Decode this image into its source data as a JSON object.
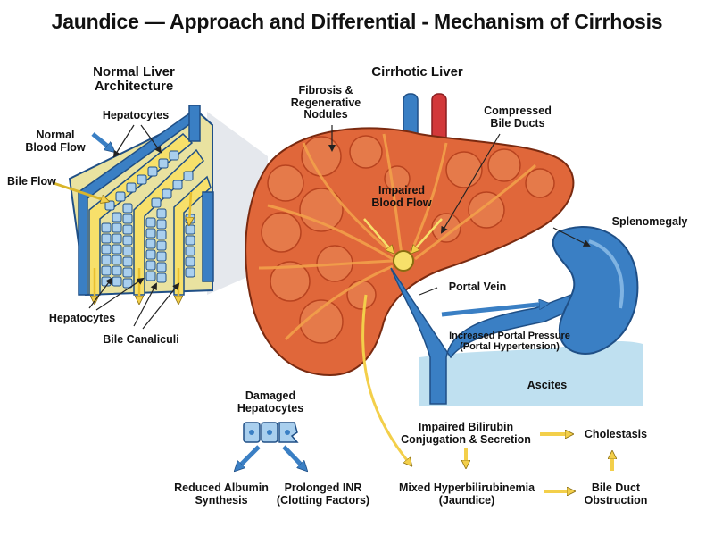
{
  "title": "Jaundice — Approach and Differential - Mechanism of Cirrhosis",
  "normal_liver": {
    "heading": "Normal Liver\nArchitecture",
    "hepatocytes_top": "Hepatocytes",
    "normal_blood_flow": "Normal\nBlood Flow",
    "bile_flow": "Bile Flow",
    "hepatocytes_bottom": "Hepatocytes",
    "bile_canaliculi": "Bile Canaliculi"
  },
  "cirrhotic_liver": {
    "heading": "Cirrhotic Liver",
    "fibrosis": "Fibrosis &\nRegenerative\nNodules",
    "compressed_bile_ducts": "Compressed\nBile Ducts",
    "impaired_blood_flow": "Impaired\nBlood Flow",
    "splenomegaly": "Splenomegaly",
    "portal_vein": "Portal Vein",
    "portal_pressure": "Increased Portal Pressure\n(Portal Hypertension)",
    "ascites": "Ascites"
  },
  "consequences": {
    "damaged_hepatocytes": "Damaged\nHepatocytes",
    "reduced_albumin": "Reduced Albumin\nSynthesis",
    "prolonged_inr": "Prolonged INR\n(Clotting Factors)",
    "impaired_bilirubin": "Impaired Bilirubin\nConjugation & Secretion",
    "cholestasis": "Cholestasis",
    "mixed_hyperbilirubinemia": "Mixed Hyperbilirubinemia\n(Jaundice)",
    "bile_duct_obstruction": "Bile Duct\nObstruction"
  },
  "colors": {
    "liver": "#e0673a",
    "liver_dark": "#b8431f",
    "fibrosis_band": "#f2a04a",
    "vein_blue": "#3a7fc4",
    "vein_dark": "#1f4f86",
    "artery_red": "#d2383a",
    "bile_yellow": "#f7e06a",
    "hepatocyte_blue": "#a9cfee",
    "ascites_blue": "#bfe0f0",
    "arrow_yellow": "#f3cf4a"
  }
}
